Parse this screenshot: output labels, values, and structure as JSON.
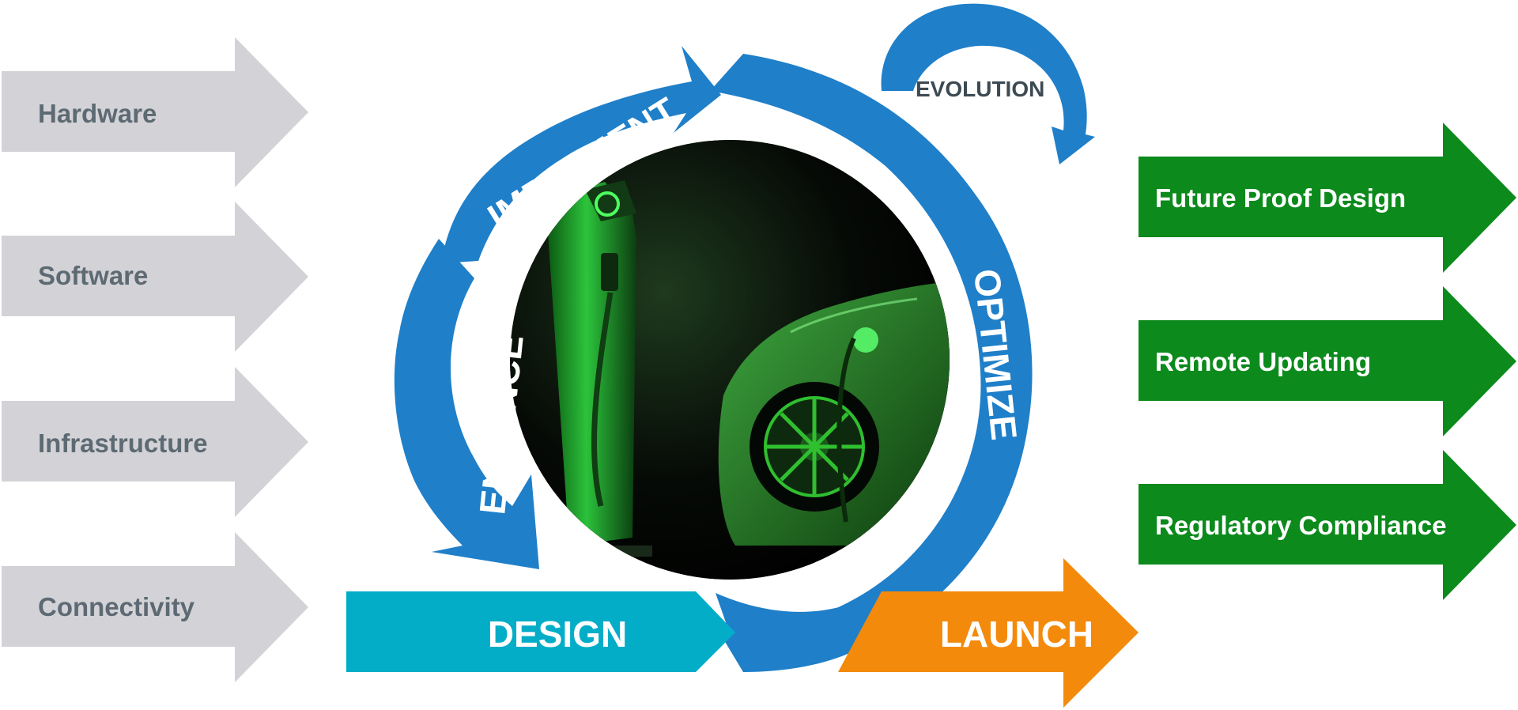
{
  "inputs": [
    "Hardware",
    "Software",
    "Infrastructure",
    "Connectivity"
  ],
  "outputs": [
    "Future Proof Design",
    "Remote Updating",
    "Regulatory Compliance"
  ],
  "cycle": {
    "implement": "IMPLEMENT",
    "optimize": "OPTIMIZE",
    "enhance": "ENHANCE",
    "evolution": "EVOLUTION"
  },
  "design": "DESIGN",
  "launch": "LAUNCH",
  "colors": {
    "input_arrow": "#d3d3d7",
    "input_text": "#5e6a73",
    "output_arrow": "#0c8a1c",
    "cycle_blue": "#1f7fc9",
    "design_cyan": "#03adc8",
    "launch_orange": "#f38a0b",
    "white": "#ffffff"
  }
}
